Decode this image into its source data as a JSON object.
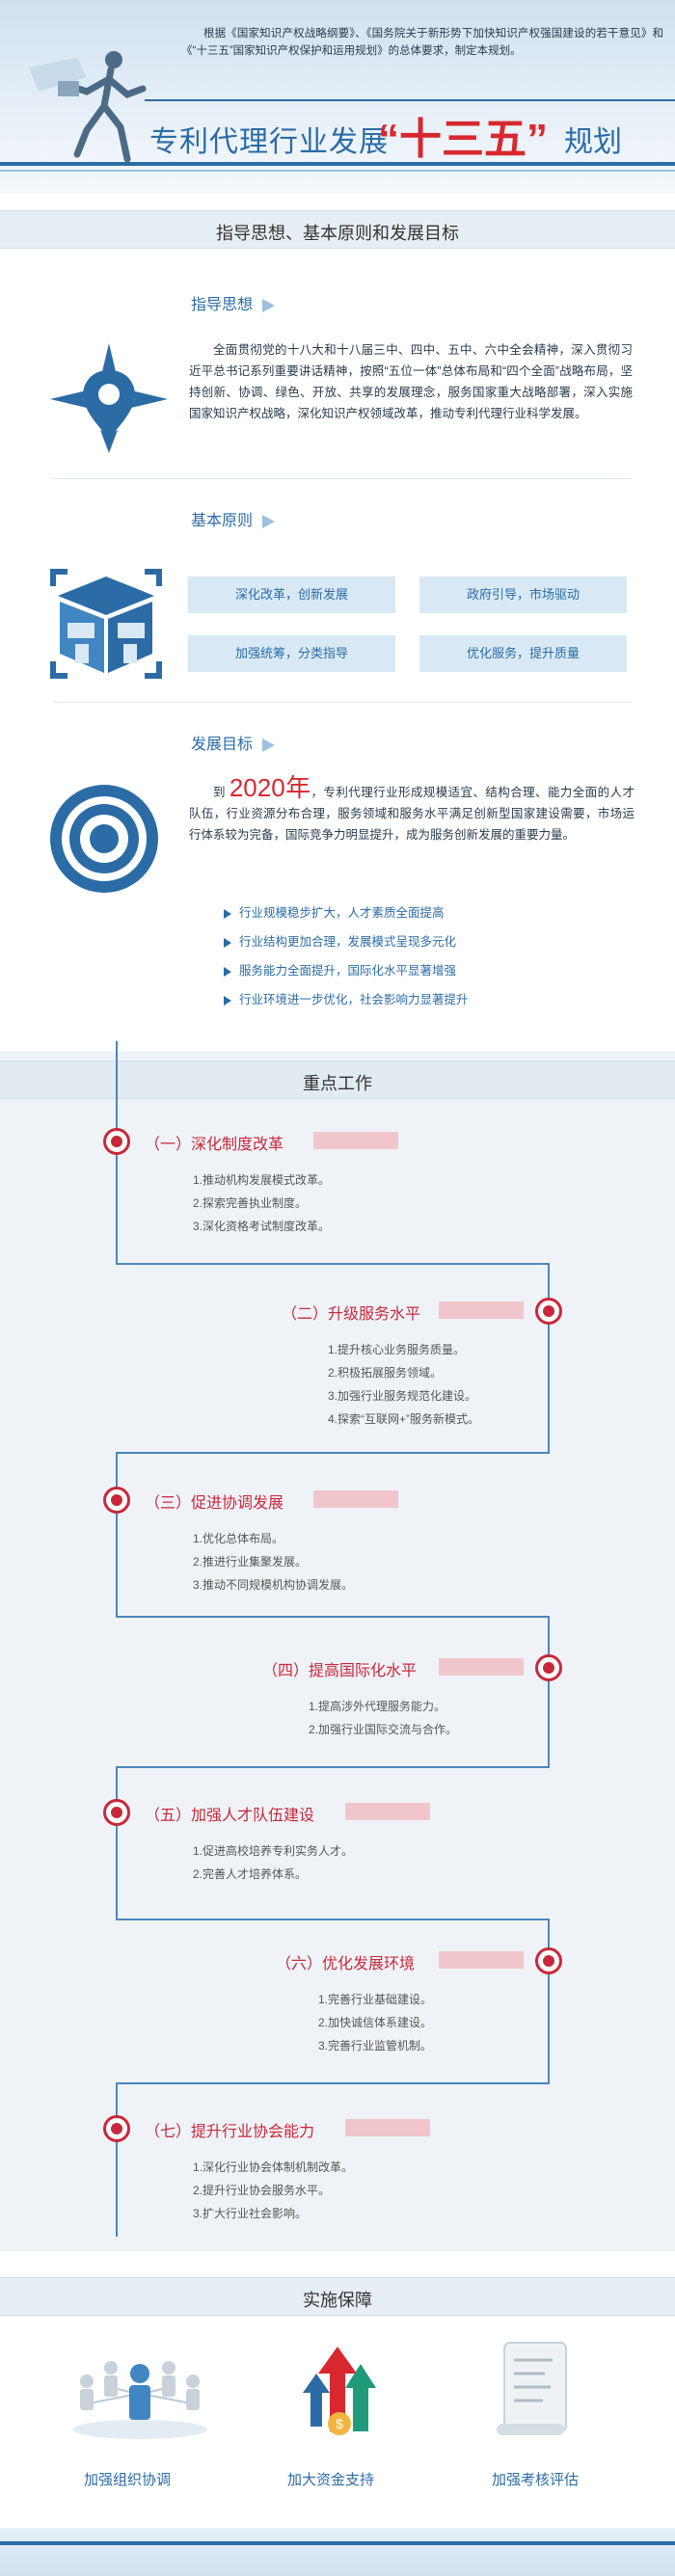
{
  "header": {
    "intro": "根据《国家知识产权战略纲要》、《国务院关于新形势下加快知识产权强国建设的若干意见》和《“十三五”国家知识产权保护和运用规划》的总体要求，制定本规划。",
    "title_main": "专利代理行业发展",
    "title_accent": "“十三五”",
    "title_tail": "规划"
  },
  "section1": {
    "heading": "指导思想、基本原则和发展目标",
    "guiding": {
      "title": "指导思想",
      "icon": "location-pin-icon",
      "text": "全面贯彻党的十八大和十八届三中、四中、五中、六中全会精神，深入贯彻习近平总书记系列重要讲话精神，按照“五位一体”总体布局和“四个全面”战略布局，坚持创新、协调、绿色、开放、共享的发展理念，服务国家重大战略部署，深入实施国家知识产权战略，深化知识产权领域改革，推动专利代理行业科学发展。"
    },
    "principles": {
      "title": "基本原则",
      "icon": "building-icon",
      "items": [
        "深化改革，创新发展",
        "政府引导，市场驱动",
        "加强统筹，分类指导",
        "优化服务，提升质量"
      ]
    },
    "goals": {
      "title": "发展目标",
      "icon": "target-icon",
      "lead": "到",
      "year": "2020年",
      "text": "，专利代理行业形成规模适宜、结构合理、能力全面的人才队伍，行业资源分布合理，服务领域和服务水平满足创新型国家建设需要，市场运行体系较为完备，国际竞争力明显提升，成为服务创新发展的重要力量。",
      "items": [
        "行业规模稳步扩大，人才素质全面提高",
        "行业结构更加合理，发展模式呈现多元化",
        "服务能力全面提升，国际化水平显著增强",
        "行业环境进一步优化，社会影响力显著提升"
      ]
    }
  },
  "key_work": {
    "heading": "重点工作",
    "tasks": [
      {
        "title": "（一）深化制度改革",
        "items": [
          "1.推动机构发展模式改革。",
          "2.探索完善执业制度。",
          "3.深化资格考试制度改革。"
        ]
      },
      {
        "title": "（二）升级服务水平",
        "items": [
          "1.提升核心业务服务质量。",
          "2.积极拓展服务领域。",
          "3.加强行业服务规范化建设。",
          "4.探索“互联网+”服务新模式。"
        ]
      },
      {
        "title": "（三）促进协调发展",
        "items": [
          "1.优化总体布局。",
          "2.推进行业集聚发展。",
          "3.推动不同规模机构协调发展。"
        ]
      },
      {
        "title": "（四）提高国际化水平",
        "items": [
          "1.提高涉外代理服务能力。",
          "2.加强行业国际交流与合作。"
        ]
      },
      {
        "title": "（五）加强人才队伍建设",
        "items": [
          "1.促进高校培养专利实务人才。",
          "2.完善人才培养体系。"
        ]
      },
      {
        "title": "（六）优化发展环境",
        "items": [
          "1.完善行业基础建设。",
          "2.加快诚信体系建设。",
          "3.完善行业监管机制。"
        ]
      },
      {
        "title": "（七）提升行业协会能力",
        "items": [
          "1.深化行业协会体制机制改革。",
          "2.提升行业协会服务水平。",
          "3.扩大行业社会影响。"
        ]
      }
    ]
  },
  "guarantee": {
    "heading": "实施保障",
    "items": [
      {
        "label": "加强组织协调",
        "icon": "people-network-icon"
      },
      {
        "label": "加大资金支持",
        "icon": "funding-arrows-icon"
      },
      {
        "label": "加强考核评估",
        "icon": "document-scroll-icon"
      }
    ]
  },
  "colors": {
    "brand_blue": "#2b6ca6",
    "accent_red": "#d8282f",
    "pill_bg": "#d8e9f5"
  }
}
